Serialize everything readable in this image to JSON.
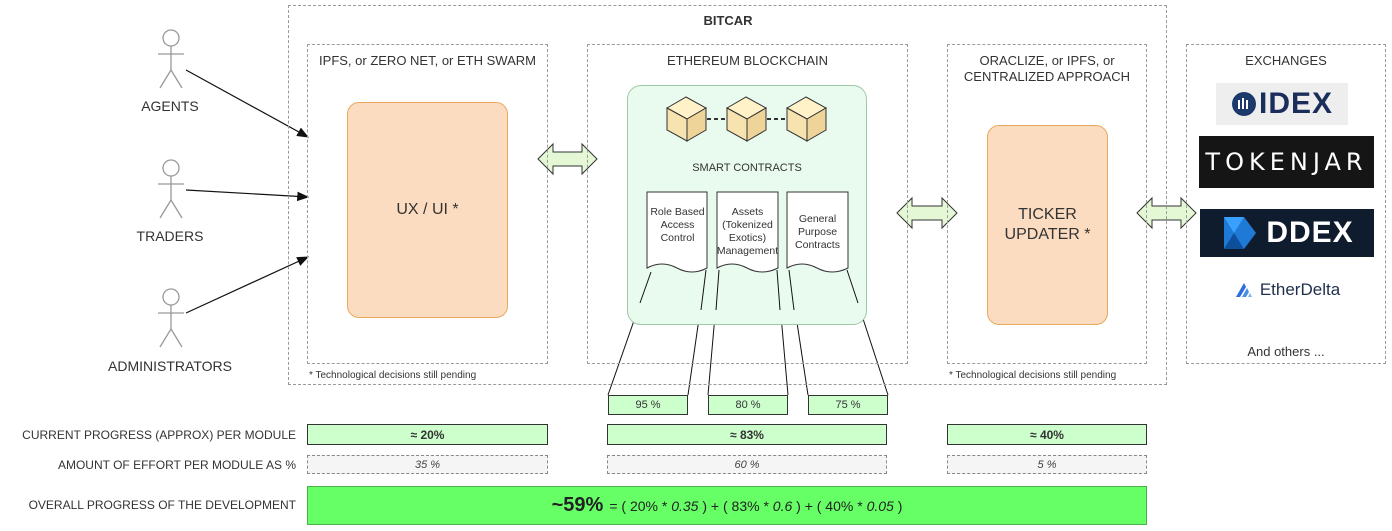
{
  "title": "BITCAR",
  "actors": [
    {
      "label": "AGENTS"
    },
    {
      "label": "TRADERS"
    },
    {
      "label": "ADMINISTRATORS"
    }
  ],
  "modules": {
    "storage": {
      "title": "IPFS, or ZERO NET, or ETH SWARM",
      "box": "UX / UI *",
      "note": "* Technological decisions still pending"
    },
    "blockchain": {
      "title": "ETHEREUM BLOCKCHAIN",
      "smart_contracts": "SMART CONTRACTS",
      "contracts": [
        {
          "label": "Role Based Access Control",
          "progress": "95 %"
        },
        {
          "label": "Assets (Tokenized Exotics) Management",
          "progress": "80 %"
        },
        {
          "label": "General Purpose Contracts",
          "progress": "75 %"
        }
      ]
    },
    "oracle": {
      "title_line1": "ORACLIZE, or IPFS, or",
      "title_line2": "CENTRALIZED APPROACH",
      "box_line1": "TICKER",
      "box_line2": "UPDATER *",
      "note": "* Technological decisions still pending"
    },
    "exchanges": {
      "title": "EXCHANGES",
      "logos": [
        "IDEX",
        "TOKENJAR",
        "DDEX",
        "EtherDelta"
      ],
      "others": "And others ..."
    }
  },
  "rows": {
    "current_progress": {
      "label": "CURRENT PROGRESS (APPROX) PER MODULE",
      "values": [
        "≈ 20%",
        "≈ 83%",
        "≈ 40%"
      ]
    },
    "effort": {
      "label": "AMOUNT OF EFFORT PER MODULE AS %",
      "values": [
        "35 %",
        "60 %",
        "5 %"
      ]
    },
    "overall": {
      "label": "OVERALL PROGRESS OF THE DEVELOPMENT",
      "result": "~59%",
      "formula_parts": [
        "= ( 20% * ",
        "0.35",
        " ) + ( 83% * ",
        "0.6",
        " ) + ( 40% * ",
        "0.05",
        " )"
      ]
    }
  },
  "colors": {
    "green_light": "#ccffcc",
    "green_bright": "#66ff66",
    "orange_fill": "#fcdcc0",
    "panel_green": "#e9fbee"
  }
}
